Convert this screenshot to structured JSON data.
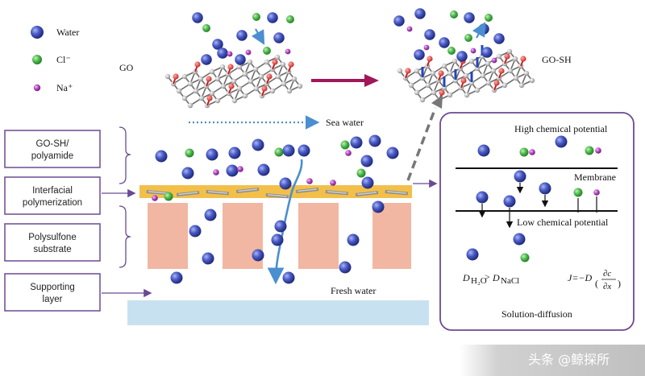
{
  "legend": {
    "water": "Water",
    "chloride": "Cl⁻",
    "sodium": "Na⁺"
  },
  "top": {
    "go_label": "GO",
    "gosh_label": "GO-SH"
  },
  "section": {
    "sea_water": "Sea water",
    "fresh_water": "Fresh water"
  },
  "layers": [
    {
      "lines": [
        "GO-SH/",
        "polyamide"
      ]
    },
    {
      "lines": [
        "Interfacial",
        "polymerization"
      ]
    },
    {
      "lines": [
        "Polysulfone",
        "substrate"
      ]
    },
    {
      "lines": [
        "Supporting",
        "layer"
      ]
    }
  ],
  "inset": {
    "high": "High chemical potential",
    "membrane": "Membrane",
    "low": "Low chemical potential",
    "caption": "Solution-diffusion",
    "eq_left": "D",
    "eq_left_sub": "H₂O",
    "eq_gt": ">",
    "eq_right": "D",
    "eq_right_sub": "NaCl",
    "eq_flux": "J=−D",
    "eq_num": "∂c",
    "eq_den": "∂x"
  },
  "watermark": "头条 @鲸探所",
  "colors": {
    "water": "#2b3a9e",
    "chloride": "#3cab3c",
    "sodium": "#b03ab8",
    "box_border": "#6a4a93",
    "polyamide": "#f2c04a",
    "substrate": "#f1b7a2",
    "support": "#c8e1f0",
    "main_arrow": "#a0175a",
    "flow": "#4a8fd0"
  }
}
